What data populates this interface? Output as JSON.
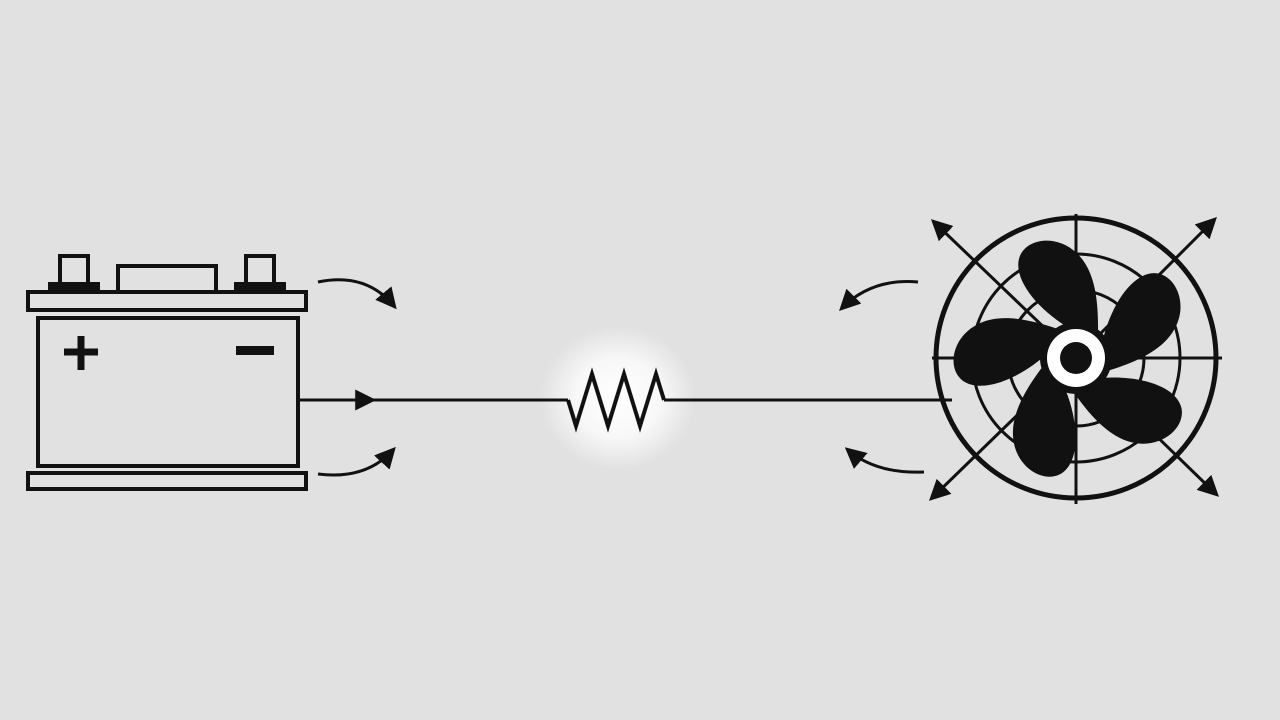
{
  "diagram": {
    "background_color": "#e1e1e1",
    "ink_color": "#111111",
    "glow_color": "#ffffff",
    "battery": {
      "positive_symbol": "+",
      "negative_symbol": "−",
      "terminal_count": 2
    },
    "wire": {
      "direction": "battery-to-fan",
      "resistor_zigzag_peaks": 3
    },
    "fan": {
      "blade_count": 5,
      "guard_rings": 3,
      "radiating_arrow_count": 4
    },
    "icons": [
      "battery-icon",
      "resistor-icon",
      "fan-icon",
      "curved-arrow-icon",
      "straight-arrow-icon"
    ]
  }
}
